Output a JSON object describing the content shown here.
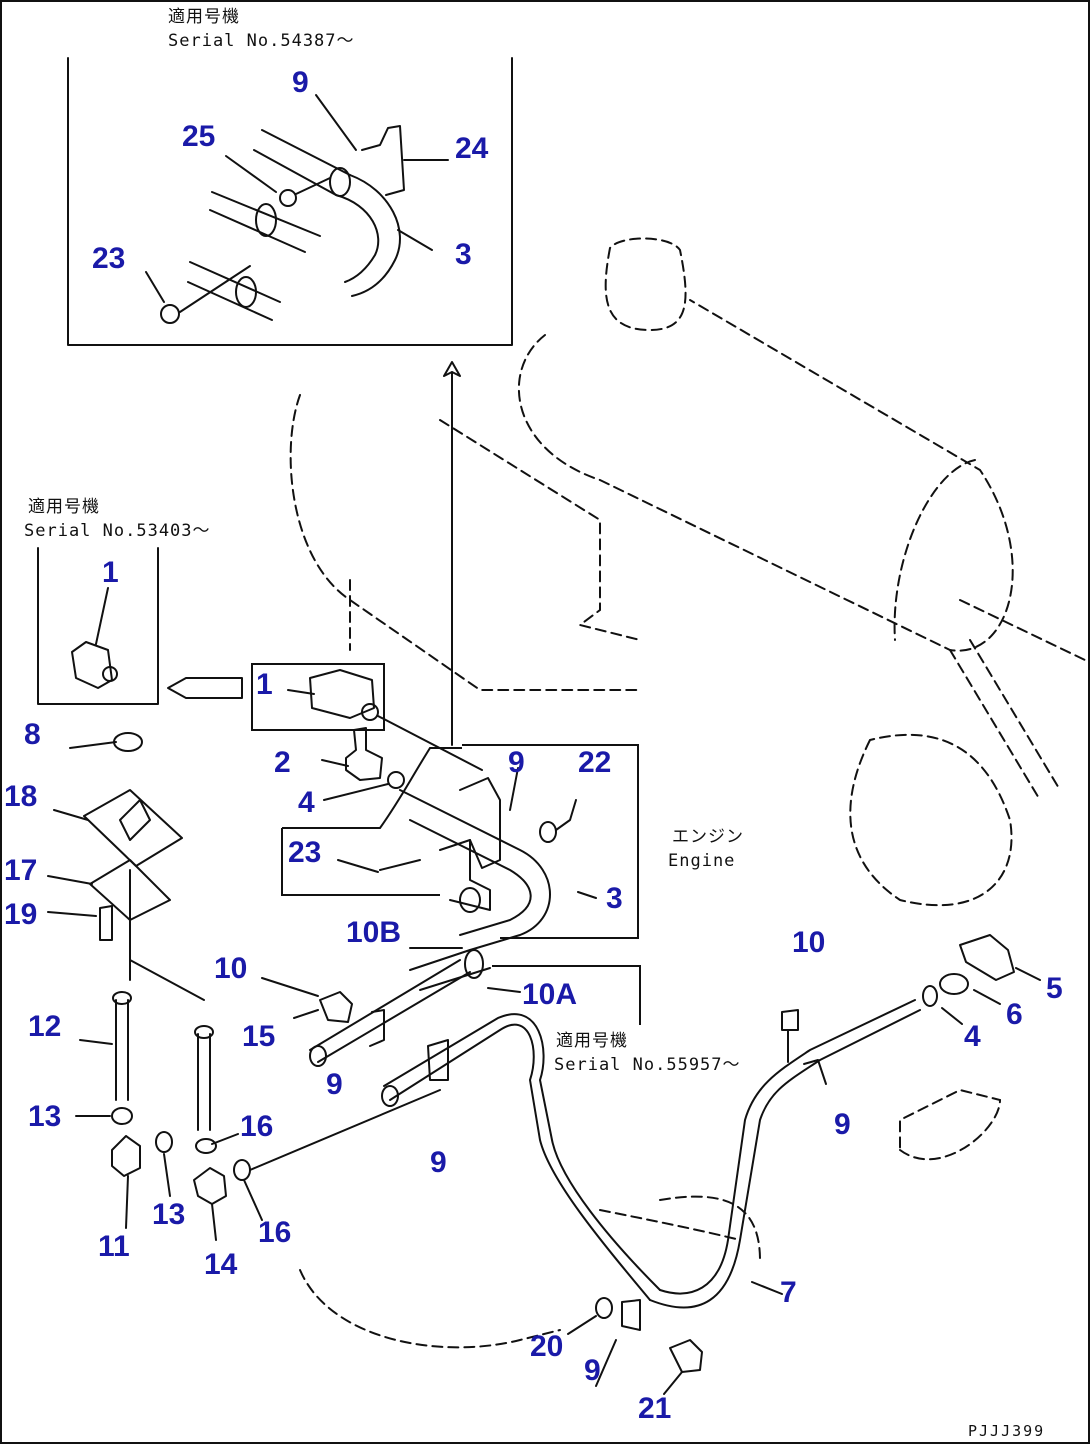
{
  "notes": {
    "top_inset_line1": "適用号機",
    "top_inset_line2": "Serial No.54387〜",
    "left_inset_line1": "適用号機",
    "left_inset_line2": "Serial No.53403〜",
    "bottom_line1": "適用号機",
    "bottom_line2": "Serial No.55957〜",
    "engine_line1": "エンジン",
    "engine_line2": "Engine"
  },
  "drawing_code": "PJJJ399",
  "callouts": {
    "top_9": "9",
    "top_25": "25",
    "top_24": "24",
    "top_23": "23",
    "top_3": "3",
    "left_1": "1",
    "main_1": "1",
    "main_2": "2",
    "main_4a": "4",
    "main_9a": "9",
    "main_22": "22",
    "main_23": "23",
    "main_3": "3",
    "main_10b": "10B",
    "main_10a": "10A",
    "main_8": "8",
    "main_18": "18",
    "main_17": "17",
    "main_19": "19",
    "main_10a_left": "10",
    "main_15": "15",
    "main_12": "12",
    "main_13a": "13",
    "main_16a": "16",
    "main_9b": "9",
    "main_9c": "9",
    "main_11": "11",
    "main_13b": "13",
    "main_14": "14",
    "main_16b": "16",
    "main_10c": "10",
    "main_5": "5",
    "main_6": "6",
    "main_4b": "4",
    "main_9d": "9",
    "main_7": "7",
    "main_20": "20",
    "main_9e": "9",
    "main_21": "21"
  }
}
